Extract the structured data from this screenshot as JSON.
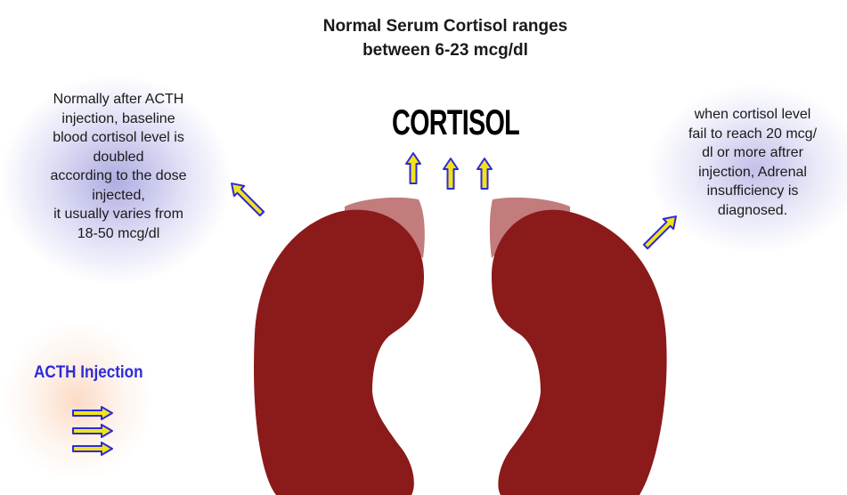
{
  "title": {
    "line1": "Normal Serum Cortisol ranges",
    "line2": "between 6-23 mcg/dl"
  },
  "left_note": {
    "lines": [
      "Normally after ACTH",
      "injection, baseline",
      "blood cortisol level is",
      "doubled",
      "according to the dose",
      "injected,",
      "it usually varies from",
      "18-50 mcg/dl"
    ]
  },
  "right_note": {
    "lines": [
      "when cortisol level",
      "fail to reach 20 mcg/",
      "dl or more aftrer",
      "injection, Adrenal",
      "insufficiency is",
      "diagnosed."
    ]
  },
  "cortisol_label": "CORTISOL",
  "acth_label": "ACTH Injection",
  "colors": {
    "kidney": "#8b1a1a",
    "adrenal": "#c27c7c",
    "arrow_outline": "#2d2bd6",
    "arrow_fill": "#f2e21c",
    "acth_text": "#2d2bd6"
  },
  "icons": [
    "arrow-up-icon",
    "arrow-right-icon",
    "arrow-diagonal-icon"
  ]
}
